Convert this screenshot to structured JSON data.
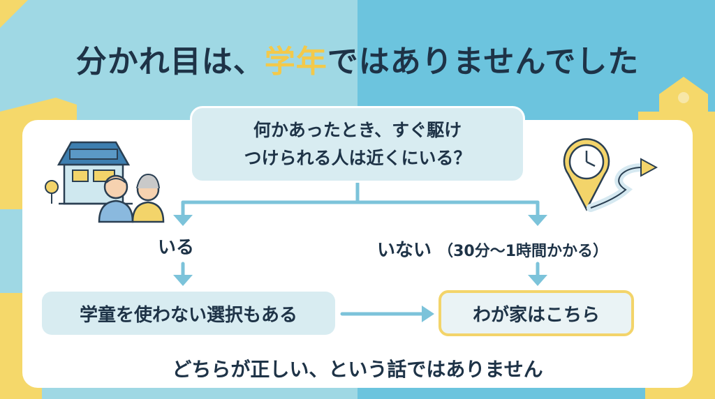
{
  "title": {
    "prefix": "分かれ目は、",
    "highlight": "学年",
    "suffix": "ではありませんでした"
  },
  "question": {
    "line1": "何かあったとき、すぐ駆け",
    "line2": "つけられる人は近くにいる？"
  },
  "branches": {
    "yes": {
      "label": "いる",
      "result": "学童を使わない選択もある"
    },
    "no": {
      "label": "いない",
      "note": "（30分〜1時間かかる）",
      "result": "わが家はこちら"
    }
  },
  "footer": "どちらが正しい、という話ではありません",
  "colors": {
    "bg_left": "#9fd8e4",
    "bg_right": "#6cc4de",
    "accent_yellow": "#f3c94a",
    "arrow_blue": "#7cc3da",
    "text_dark": "#1e3347",
    "box_light": "#d8ecf1"
  },
  "icons": [
    "house-icon",
    "grandparents-icon",
    "clock-pin-icon",
    "route-arrow-icon"
  ]
}
